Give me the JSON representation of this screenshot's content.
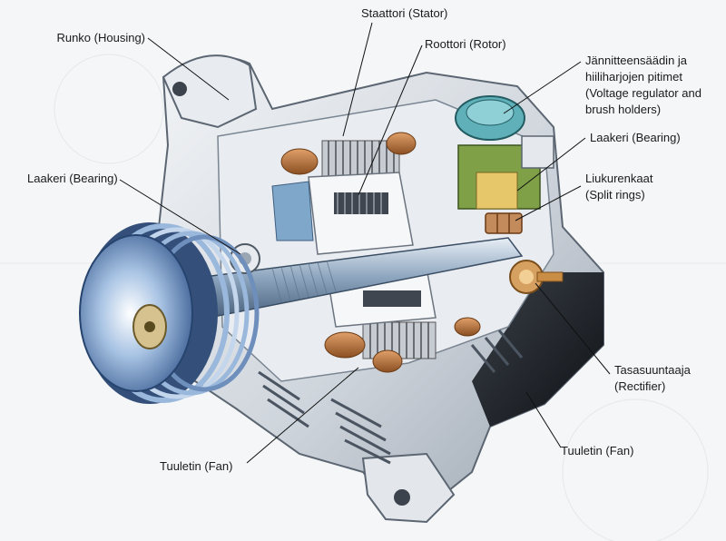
{
  "labels": {
    "housing": "Runko (Housing)",
    "stator": "Staattori (Stator)",
    "rotor": "Roottori (Rotor)",
    "regulator": [
      "Jännitteensäädin ja",
      "hiiliharjojen pitimet",
      "(Voltage regulator and",
      "brush holders)"
    ],
    "bearing_left": "Laakeri (Bearing)",
    "bearing_right": "Laakeri (Bearing)",
    "split_rings": [
      "Liukurenkaat",
      "(Split rings)"
    ],
    "rectifier": [
      "Tasasuuntaaja",
      "(Rectifier)"
    ],
    "fan_left": "Tuuletin (Fan)",
    "fan_right": "Tuuletin (Fan)"
  },
  "colors": {
    "housing": "#d9dde2",
    "pulley": "#5b7fae",
    "coil": "#b5703a",
    "regulator": "#4d9ba3",
    "regulator_base": "#6c8e3e",
    "shaft": "#8fa6bd",
    "dark": "#1c2026",
    "brass": "#c9924a"
  }
}
